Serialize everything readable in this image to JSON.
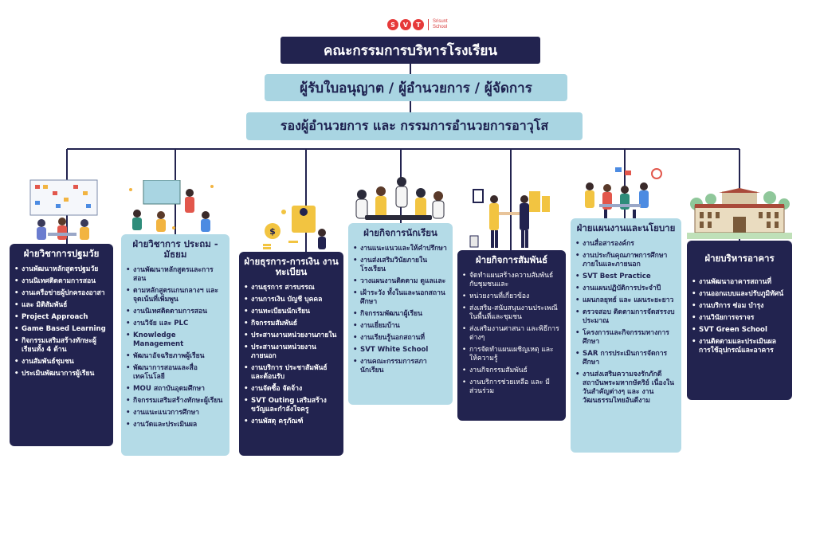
{
  "logo": {
    "letters": [
      "S",
      "V",
      "T"
    ],
    "name_lines": [
      "Srisunt",
      "School"
    ],
    "colors": [
      "#e63a3a",
      "#e63a3a",
      "#e63a3a"
    ]
  },
  "banners": {
    "committee": "คณะกรรมการบริหารโรงเรียน",
    "licensee": "ผู้รับใบอนุญาต / ผู้อำนวยการ / ผู้จัดการ",
    "deputy": "รองผู้อำนวยการ และ กรรมการอำนวยการอาวุโส"
  },
  "departments": [
    {
      "title": "ฝ่ายวิชาการปฐมวัย",
      "items": [
        "งานพัฒนาหลักสูตรปฐมวัย",
        "งานนิเทศติดตามการสอน",
        "งานเครือข่ายผู้ปกครองอาสา",
        "และ มิติสัมพันธ์",
        "Project Approach",
        "Game Based Learning",
        "กิจกรรมเสริมสร้างทักษะผู้เรียนทั้ง 4 ด้าน",
        "งานสัมพันธ์ชุมชน",
        "ประเมินพัฒนาการผู้เรียน"
      ]
    },
    {
      "title": "ฝ่ายวิชาการ ประถม - มัธยม",
      "items": [
        "งานพัฒนาหลักสูตรและการสอน",
        "ตามหลักสูตรแกนกลางฯ และ จุดเน้นที่เพิ่มพูน",
        "งานนิเทศติดตามการสอน",
        "งานวิจัย และ PLC",
        "Knowledge Management",
        "พัฒนาอัจฉริยภาพผู้เรียน",
        "พัฒนาการสอนและสื่อเทคโนโลยี",
        "MOU สถาบันอุดมศึกษา",
        "กิจกรรมเสริมสร้างทักษะผู้เรียน",
        "งานแนะแนวการศึกษา",
        "งานวัดและประเมินผล"
      ]
    },
    {
      "title": "ฝ่ายธุรการ-การเงิน งานทะเบียน",
      "items": [
        "งานธุรการ สารบรรณ",
        "งานการเงิน บัญชี บุคคล",
        "งานทะเบียนนักเรียน",
        "กิจกรรมสัมพันธ์",
        "ประสานงานหน่วยงานภายใน",
        "ประสานงานหน่วยงานภายนอก",
        "งานบริการ ประชาสัมพันธ์ และต้อนรับ",
        "งานจัดซื้อ จัดจ้าง",
        "SVT Outing เสริมสร้างขวัญและกำลังใจครู",
        "งานพัสดุ ครุภัณฑ์"
      ]
    },
    {
      "title": "ฝ่ายกิจการนักเรียน",
      "items": [
        "งานแนะแนวและให้คำปรึกษา",
        "งานส่งเสริมวินัยภายในโรงเรียน",
        "วางแผนงานติดตาม ดูแลและ",
        "เฝ้าระวัง ทั้งในและนอกสถานศึกษา",
        "กิจกรรมพัฒนาผู้เรียน",
        "งานเยี่ยมบ้าน",
        "งานเรียนรู้นอกสถานที่",
        "SVT White School",
        "งานคณะกรรมการสภานักเรียน"
      ]
    },
    {
      "title": "ฝ่ายกิจการสัมพันธ์",
      "items": [
        "จัดทำแผนสร้างความสัมพันธ์กับชุมชนและ",
        "หน่วยงานที่เกี่ยวข้อง",
        "ส่งเสริม-สนับสนุนงานประเพณีในพื้นที่และชุมชน",
        "ส่งเสริมงานศาสนา และพิธีการต่างๆ",
        "การจัดทำแผนเผชิญเหตุ และให้ความรู้",
        "งานกิจกรรมสัมพันธ์",
        "งานบริการช่วยเหลือ และ มีส่วนร่วม"
      ]
    },
    {
      "title": "ฝ่ายแผนงานและนโยบาย",
      "items": [
        "งานสื่อสารองค์กร",
        "งานประกันคุณภาพการศึกษา ภายในและภายนอก",
        "SVT Best Practice",
        "งานแผนปฏิบัติการประจำปี",
        "แผนกลยุทธ์ และ แผนระยะยาว",
        "ตรวจสอบ ติดตามการจัดสรรงบประมาณ",
        "โครงการและกิจกรรมทางการศึกษา",
        "SAR การประเมินการจัดการศึกษา",
        "งานส่งเสริมความจงรักภักดี สถาบันพระมหากษัตริย์ เนื่องในวันสำคัญต่างๆ และ งานวัฒนธรรมไทยอันดีงาม"
      ]
    },
    {
      "title": "ฝ่ายบริหารอาคาร",
      "items": [
        "งานพัฒนาอาคารสถานที่",
        "งานออกแบบและปรับภูมิทัศน์",
        "งานบริการ ซ่อม บำรุง",
        "งานวินัยการจราจร",
        "SVT Green School",
        "งานติดตามและประเมินผลการใช้อุปกรณ์และอาคาร"
      ]
    }
  ],
  "colors": {
    "navy": "#22234f",
    "light_blue": "#b4dbe7",
    "banner_blue": "#a9d5e2",
    "logo_red": "#e63a3a"
  }
}
